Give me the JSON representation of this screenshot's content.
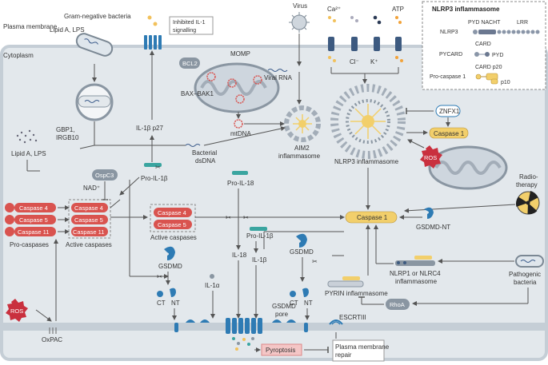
{
  "labels": {
    "plasma_membrane": "Plasma membrane",
    "cytoplasm": "Cytoplasm",
    "gram_negative": "Gram-negative bacteria",
    "lipid_a_lps_top": "Lipid A, LPS",
    "inhibited_il1": "Inhibited IL-1 signalling",
    "virus": "Virus",
    "ca": "Ca²⁺",
    "cl": "Cl⁻",
    "k": "K⁺",
    "atp": "ATP",
    "bcl2": "BCL2",
    "momp": "MOMP",
    "bax_bak1": "BAX–BAK1",
    "viral_rna": "Viral RNA",
    "mtdna": "mtDNA",
    "il1b_p27": "IL-1β p27",
    "gbp1": "GBP1,",
    "irgb10": "IRGB10",
    "bacterial_dsdna_1": "Bacterial",
    "bacterial_dsdna_2": "dsDNA",
    "aim2_1": "AIM2",
    "aim2_2": "inflammasome",
    "nlrp3_inflammasome": "NLRP3 inflammasome",
    "znfx1": "ZNFX1",
    "caspase1_small": "Caspase 1",
    "ros": "ROS",
    "lipid_a_lps_left": "Lipid A, LPS",
    "ospc3": "OspC3",
    "nad": "NAD⁺",
    "pro_il1b_left": "Pro-IL-1β",
    "pro_il18": "Pro-IL-18",
    "radiotherapy_1": "Radio-",
    "radiotherapy_2": "therapy",
    "caspase4": "Caspase 4",
    "caspase5": "Caspase 5",
    "caspase11": "Caspase 11",
    "pro_caspases": "Pro-caspases",
    "active_caspases": "Active caspases",
    "active_caspases_mid": "Active caspases",
    "caspase1_main": "Caspase 1",
    "gsdmd_nt_right": "GSDMD-NT",
    "pro_il1b_mid": "Pro-IL-1β",
    "il18": "IL-18",
    "gsdmd_left": "GSDMD",
    "gsdmd_mid": "GSDMD",
    "il1b": "IL-1β",
    "il1a": "IL-1α",
    "ct": "CT",
    "nt": "NT",
    "ct_mid": "CT",
    "nt_mid": "NT",
    "nlrp1_1": "NLRP1 or NLRC4",
    "nlrp1_2": "inflammasome",
    "pyrin": "PYRIN inflammasome",
    "pathogenic_1": "Pathogenic",
    "pathogenic_2": "bacteria",
    "rhoa": "RhoA",
    "gsdmd_pore_1": "GSDMD",
    "gsdmd_pore_2": "pore",
    "escrtiii": "ESCRTIII",
    "oxpac": "OxPAC",
    "pyroptosis": "Pyroptosis",
    "pm_repair_1": "Plasma membrane",
    "pm_repair_2": "repair"
  },
  "legend": {
    "title": "NLRP3 inflammasome",
    "pyd_nacht": "PYD NACHT",
    "lrr": "LRR",
    "nlrp3": "NLRP3",
    "card_top": "CARD",
    "pycard": "PYCARD",
    "pyd": "PYD",
    "card_p20": "CARD p20",
    "pro_caspase1": "Pro-caspase 1",
    "p10": "p10"
  },
  "colors": {
    "cell_bg": "#e3e8ec",
    "membrane": "#c5ced6",
    "caspase_red": "#d9534f",
    "caspase1_yellow": "#f2cf6b",
    "gsdmd_blue": "#2e7bb4",
    "ros_red": "#c9303e",
    "pyroptosis_pink": "#f4c6c6"
  }
}
